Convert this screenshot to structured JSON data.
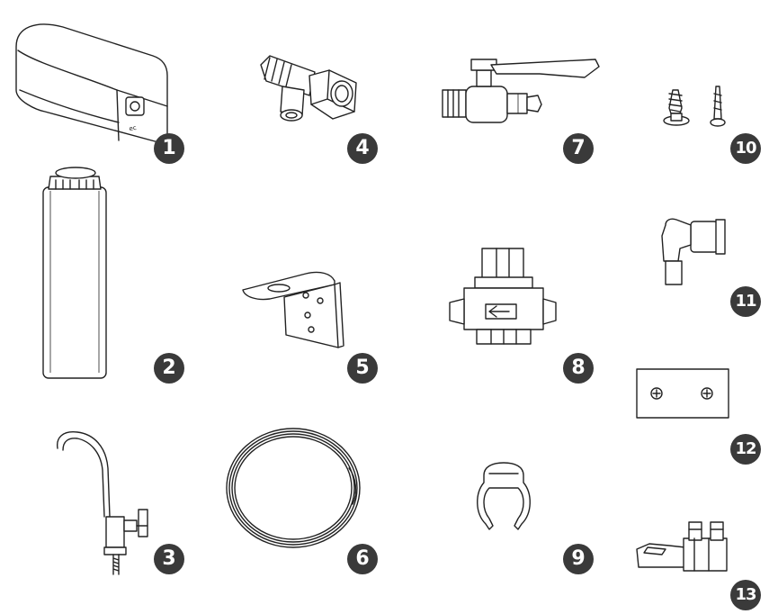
{
  "badges": {
    "n1": "1",
    "n2": "2",
    "n3": "3",
    "n4": "4",
    "n5": "5",
    "n6": "6",
    "n7": "7",
    "n8": "8",
    "n9": "9",
    "n10": "10",
    "n11": "11",
    "n12": "12",
    "n13": "13"
  },
  "parts": [
    "main-unit",
    "filter-cartridge",
    "faucet",
    "tee-adapter",
    "mounting-bracket",
    "tubing-coil",
    "ball-valve",
    "auto-shutoff-valve",
    "tube-clip",
    "screws",
    "elbow-fitting",
    "mounting-plate",
    "leak-stop-valve"
  ],
  "colors": {
    "line": "#222222",
    "badge": "#3a3a3a",
    "badge_text": "#ffffff",
    "background": "#ffffff"
  }
}
